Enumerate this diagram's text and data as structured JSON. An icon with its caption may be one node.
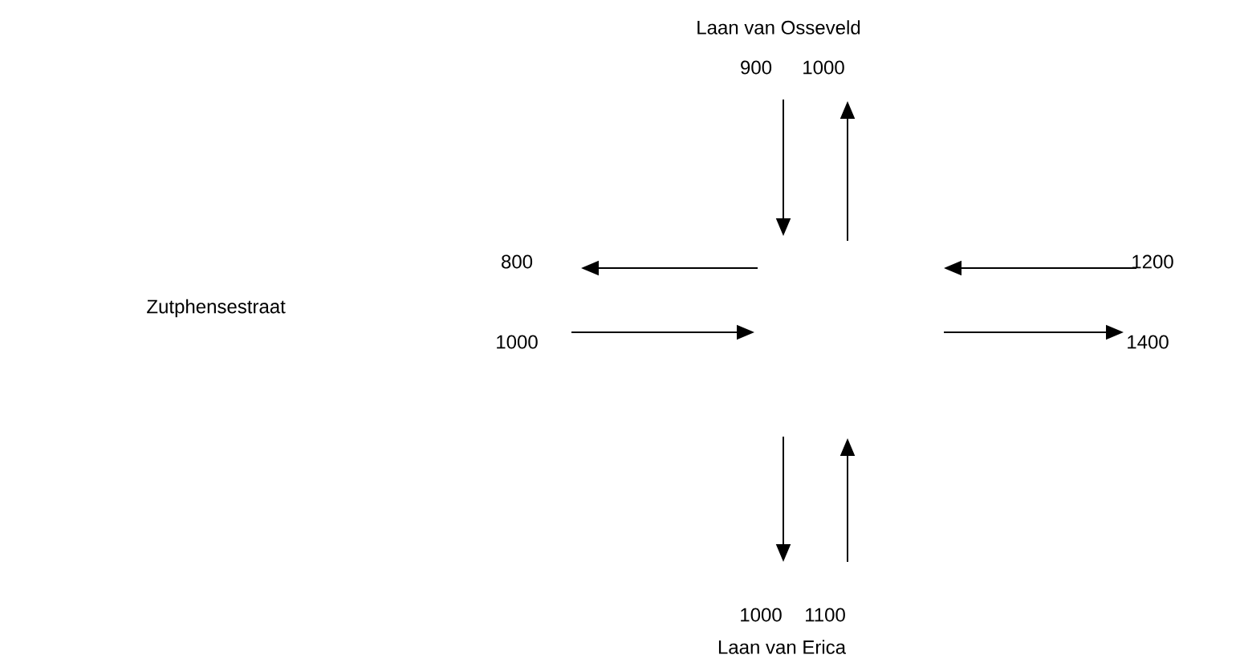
{
  "diagram": {
    "labels": [
      "Laan van Osseveld",
      "900",
      "1000",
      "800",
      "1200",
      "Zutphensestraat",
      "1000",
      "1400",
      "1000",
      "1100",
      "Laan van Erica"
    ]
  }
}
